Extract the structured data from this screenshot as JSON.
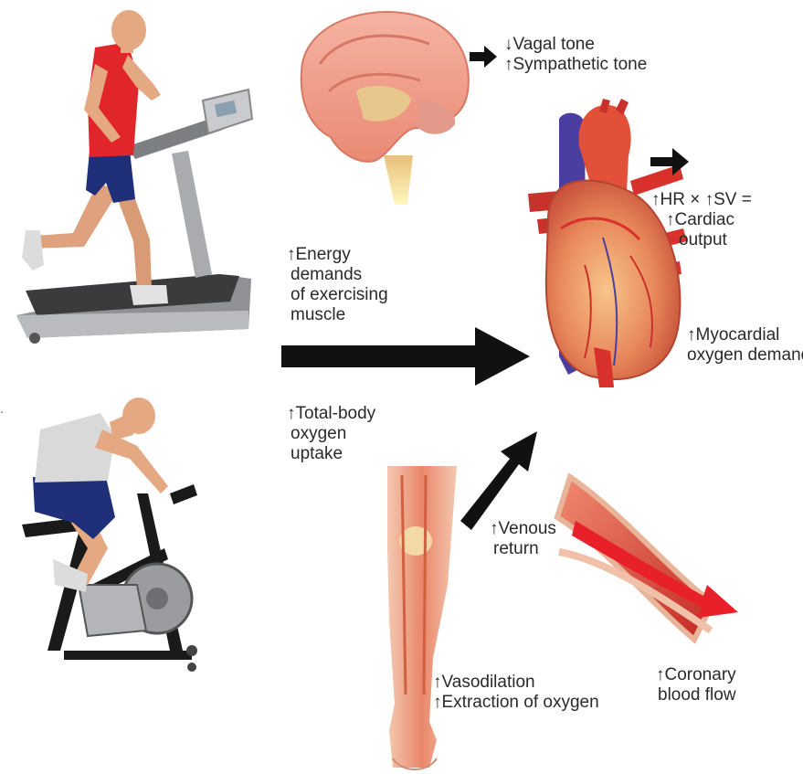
{
  "brain_label": {
    "line1": "↓Vagal tone",
    "line2": "↑Sympathetic tone"
  },
  "cardiac_label": {
    "line1": "↑HR × ↑SV =",
    "line2": "↑Cardiac",
    "line3": "output"
  },
  "energy_label": {
    "line1": "↑Energy",
    "line2": "demands",
    "line3": "of exercising",
    "line4": "muscle"
  },
  "myocardial_label": {
    "line1": "↑Myocardial",
    "line2": "oxygen demand"
  },
  "oxygen_uptake_label": {
    "line1": "↑Total-body",
    "line2": "oxygen",
    "line3": "uptake"
  },
  "venous_label": {
    "line1": "↑Venous",
    "line2": "return"
  },
  "vasodilation_label": {
    "line1": "↑Vasodilation",
    "line2": "↑Extraction of oxygen"
  },
  "coronary_label": {
    "line1": "↑Coronary",
    "line2": "blood flow"
  },
  "colors": {
    "arrow": "#111111",
    "shirt_red": "#e0262a",
    "shorts_blue": "#1f2f7a",
    "skin": "#e6ab86",
    "brain": "#f2a08e",
    "heart": "#e3724f",
    "aorta_blue": "#4a3ea0",
    "vessel_red": "#d9312c"
  }
}
